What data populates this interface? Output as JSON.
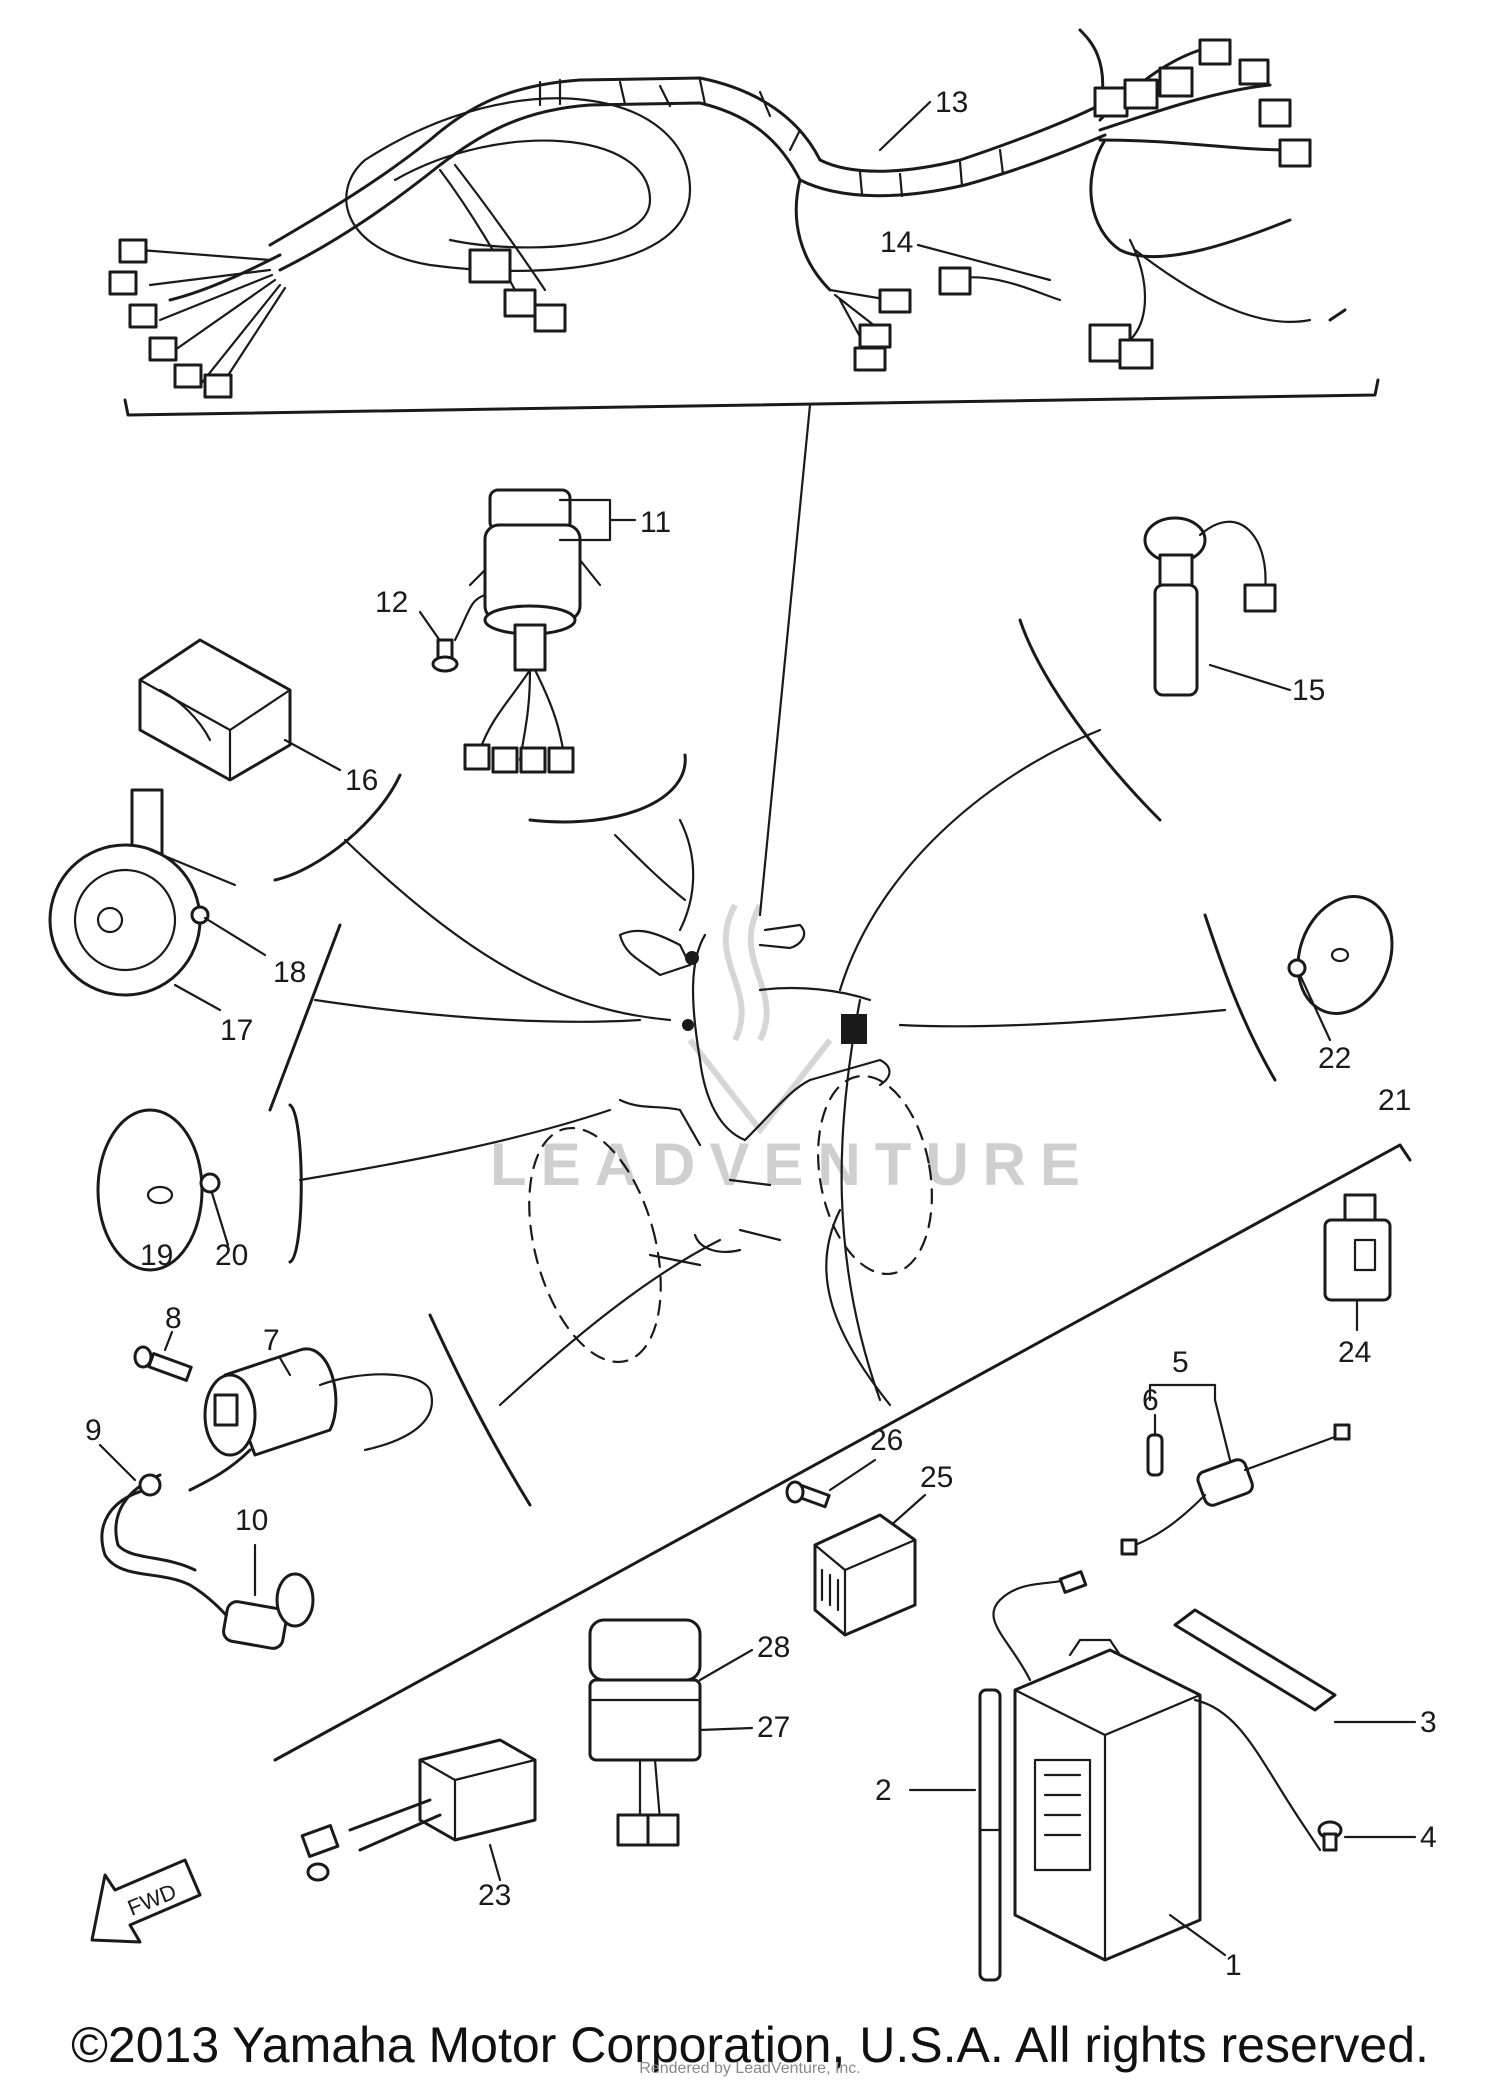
{
  "diagram": {
    "callouts": {
      "n1": "1",
      "n2": "2",
      "n3": "3",
      "n4": "4",
      "n5": "5",
      "n6": "6",
      "n7": "7",
      "n8": "8",
      "n9": "9",
      "n10": "10",
      "n11": "11",
      "n12": "12",
      "n13": "13",
      "n14": "14",
      "n15": "15",
      "n16": "16",
      "n17": "17",
      "n18": "18",
      "n19": "19",
      "n20": "20",
      "n21": "21",
      "n22": "22",
      "n23": "23",
      "n24": "24",
      "n25": "25",
      "n26": "26",
      "n27": "27",
      "n28": "28"
    },
    "fwd_label": "FWD",
    "watermark": "LEADVENTURE"
  },
  "footer": {
    "copyright": "©2013 Yamaha Motor Corporation, U.S.A. All rights reserved.",
    "rendered_by": "Rendered by LeadVenture, Inc."
  },
  "colors": {
    "ink": "#1a1a1a",
    "background": "#ffffff",
    "watermark": "#cfcfcf"
  }
}
